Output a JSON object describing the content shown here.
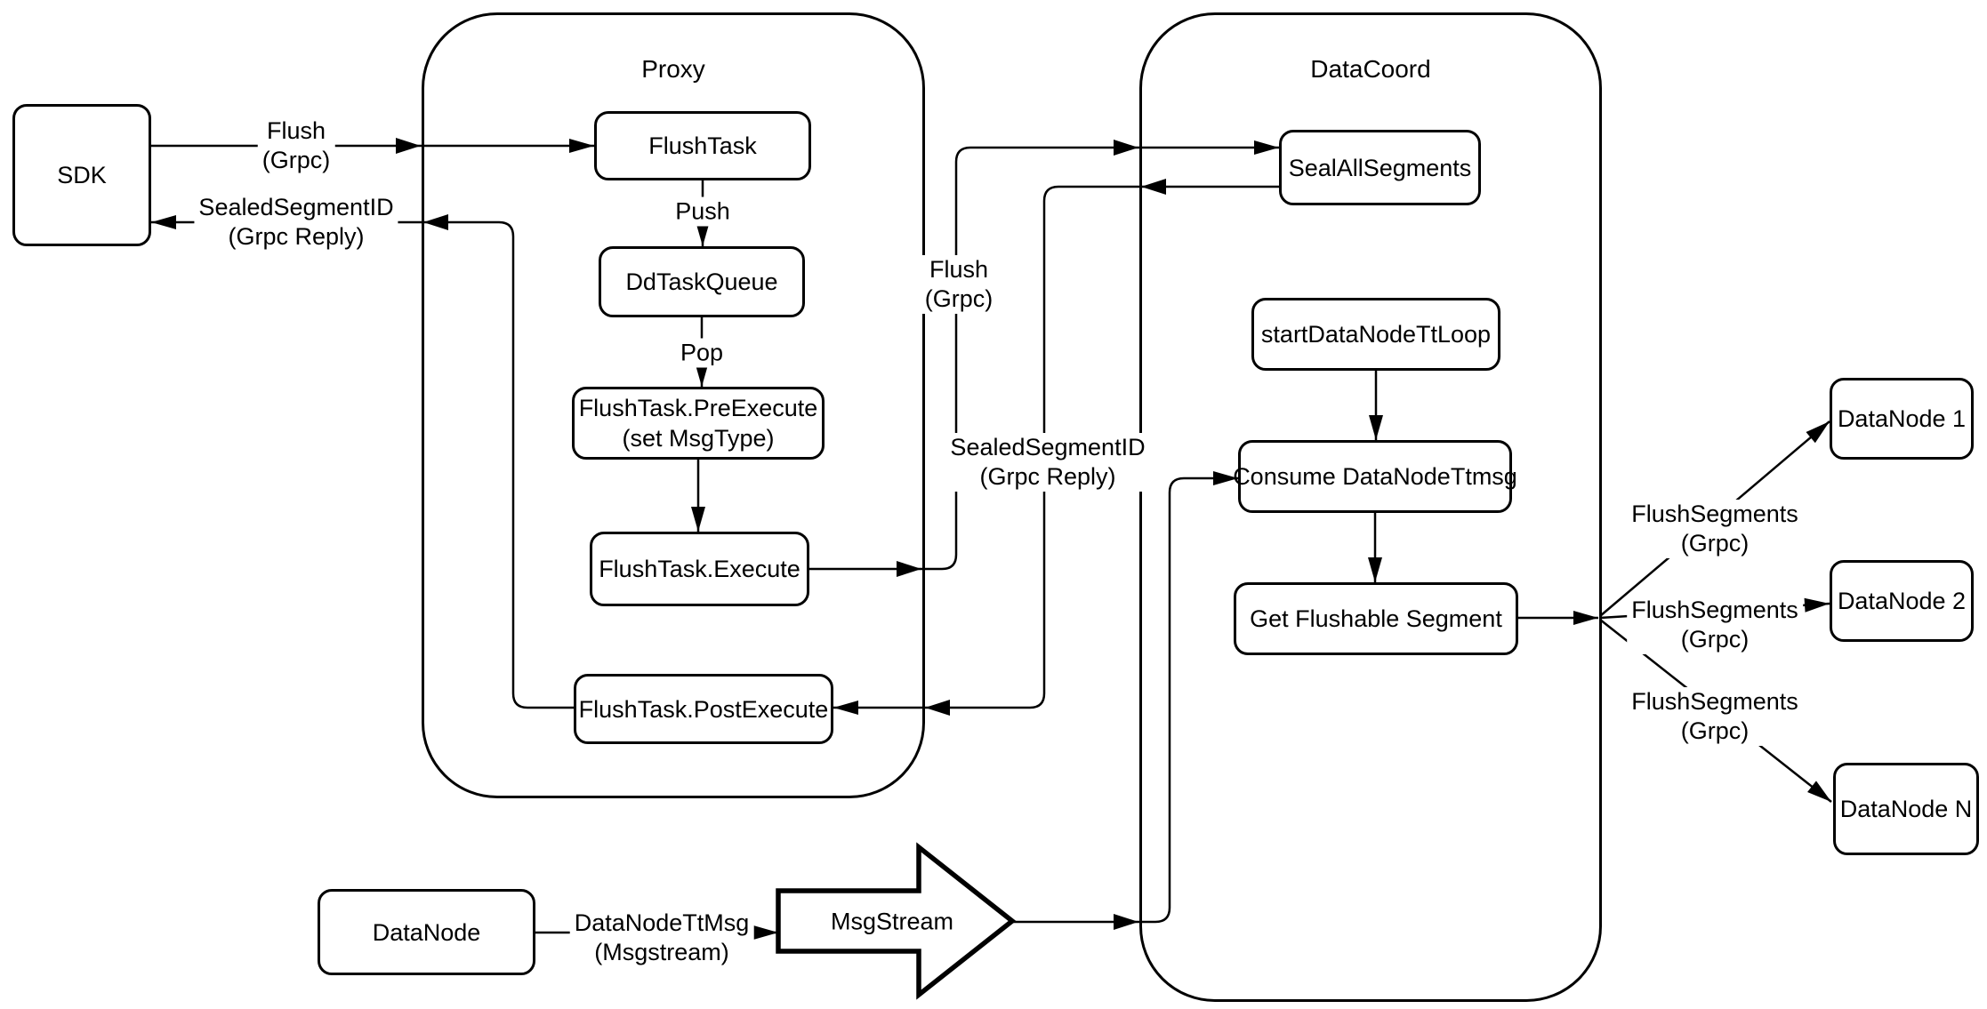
{
  "diagram_title": "",
  "colors": {
    "stroke": "#000000",
    "background": "#ffffff"
  },
  "containers": {
    "proxy": {
      "title": "Proxy"
    },
    "datacoord": {
      "title": "DataCoord"
    }
  },
  "nodes": {
    "sdk": {
      "label": "SDK"
    },
    "flush_task": {
      "label": "FlushTask"
    },
    "dd_task_queue": {
      "label": "DdTaskQueue"
    },
    "pre_execute": {
      "label": "FlushTask.PreExecute",
      "label2": "(set MsgType)"
    },
    "execute": {
      "label": "FlushTask.Execute"
    },
    "post_execute": {
      "label": "FlushTask.PostExecute"
    },
    "seal_all_segments": {
      "label": "SealAllSegments"
    },
    "start_datanode_tt_loop": {
      "label": "startDataNodeTtLoop"
    },
    "consume_datanode_ttmsg": {
      "label": "Consume DataNodeTtmsg"
    },
    "get_flushable_segment": {
      "label": "Get Flushable Segment"
    },
    "datanode_1": {
      "label": "DataNode 1"
    },
    "datanode_2": {
      "label": "DataNode 2"
    },
    "datanode_n": {
      "label": "DataNode N"
    },
    "datanode": {
      "label": "DataNode"
    },
    "msgstream": {
      "label": "MsgStream"
    }
  },
  "edge_labels": {
    "flush_sdk_proxy": {
      "line1": "Flush",
      "line2": "(Grpc)"
    },
    "sealed_proxy_sdk": {
      "line1": "SealedSegmentID",
      "line2": "(Grpc Reply)"
    },
    "push": {
      "line1": "Push",
      "line2": ""
    },
    "pop": {
      "line1": "Pop",
      "line2": ""
    },
    "flush_proxy_datacoord": {
      "line1": "Flush",
      "line2": "(Grpc)"
    },
    "sealed_datacoord_proxy": {
      "line1": "SealedSegmentID",
      "line2": "(Grpc Reply)"
    },
    "flush_segments_1": {
      "line1": "FlushSegments",
      "line2": "(Grpc)"
    },
    "flush_segments_2": {
      "line1": "FlushSegments",
      "line2": "(Grpc)"
    },
    "flush_segments_3": {
      "line1": "FlushSegments",
      "line2": "(Grpc)"
    },
    "datanode_ttmsg": {
      "line1": "DataNodeTtMsg",
      "line2": "(Msgstream)"
    }
  }
}
